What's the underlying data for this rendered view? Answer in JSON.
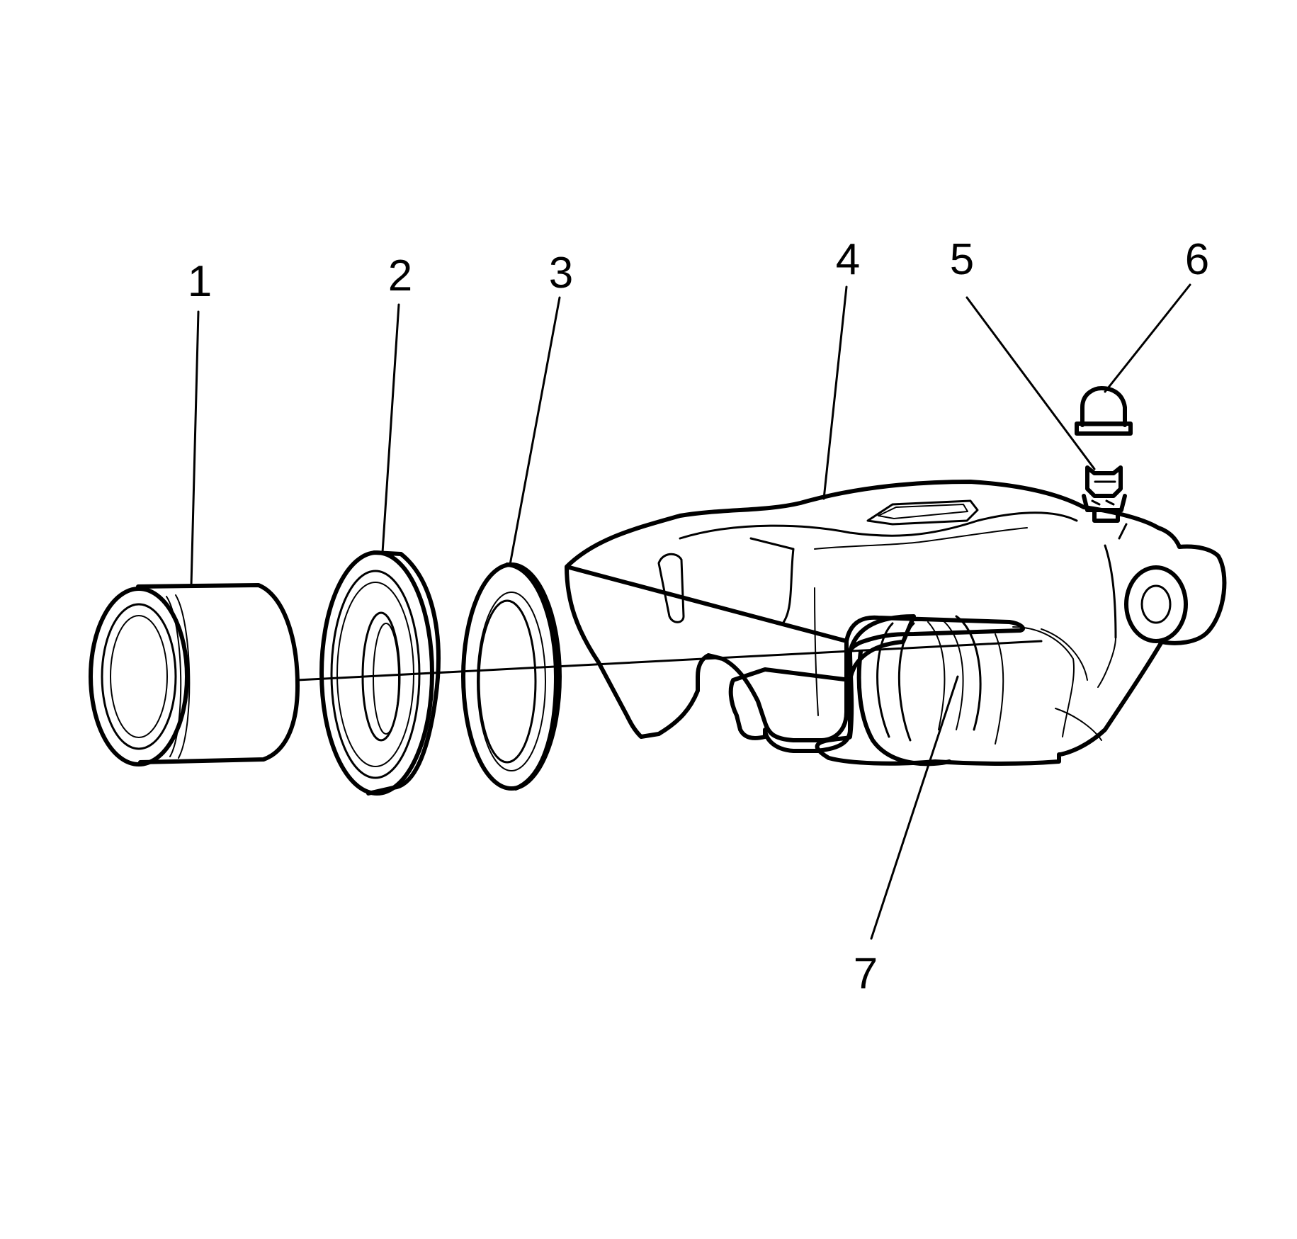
{
  "diagram": {
    "callouts": [
      {
        "id": "1",
        "text": "1"
      },
      {
        "id": "2",
        "text": "2"
      },
      {
        "id": "3",
        "text": "3"
      },
      {
        "id": "4",
        "text": "4"
      },
      {
        "id": "5",
        "text": "5"
      },
      {
        "id": "6",
        "text": "6"
      },
      {
        "id": "7",
        "text": "7"
      }
    ],
    "colors": {
      "line": "#000000",
      "background": "#ffffff"
    }
  }
}
